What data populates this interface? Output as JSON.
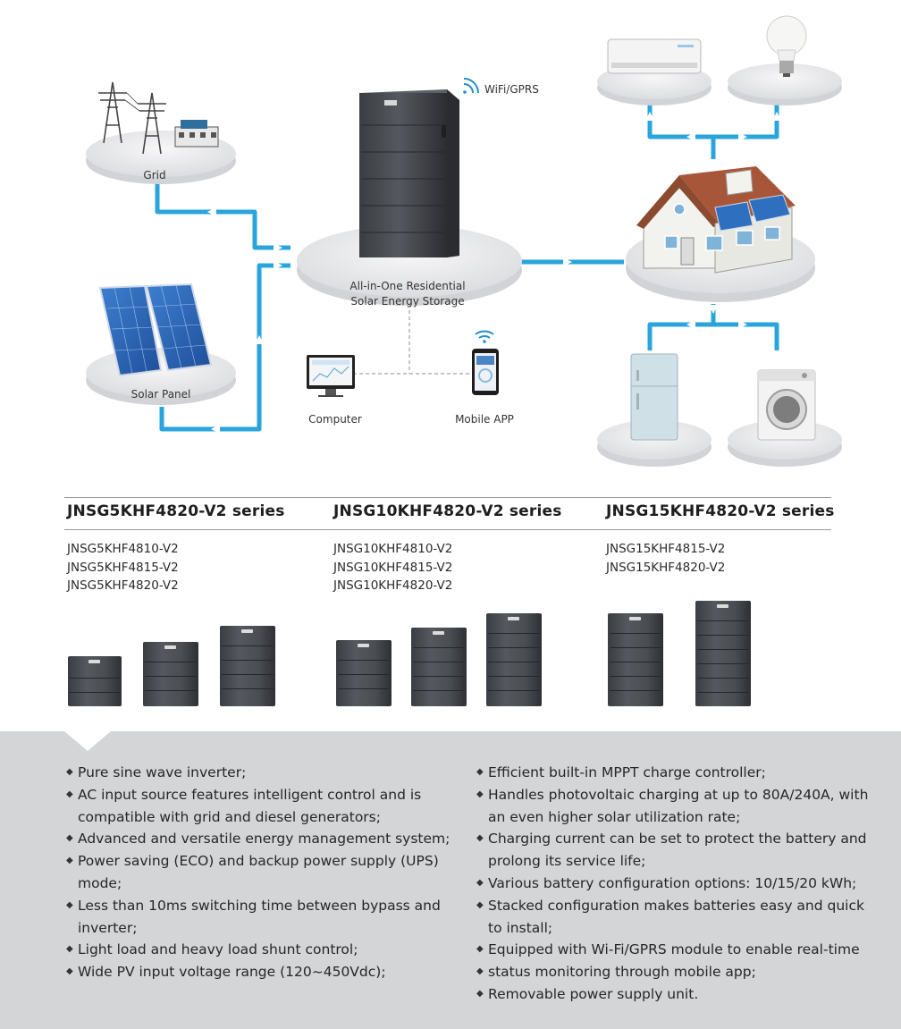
{
  "diagram": {
    "wifi_label": "WiFi/GPRS",
    "grid_label": "Grid",
    "solar_label": "Solar Panel",
    "storage_line1": "All-in-One Residential",
    "storage_line2": "Solar Energy Storage",
    "computer_label": "Computer",
    "mobile_label": "Mobile APP",
    "colors": {
      "flow": "#2aa5dc",
      "platform": "#e9eaec"
    }
  },
  "series": [
    {
      "title": "JNSG5KHF4820-V2 series",
      "models": [
        "JNSG5KHF4810-V2",
        "JNSG5KHF4815-V2",
        "JNSG5KHF4820-V2"
      ]
    },
    {
      "title": "JNSG10KHF4820-V2 series",
      "models": [
        "JNSG10KHF4810-V2",
        "JNSG10KHF4815-V2",
        "JNSG10KHF4820-V2"
      ]
    },
    {
      "title": "JNSG15KHF4820-V2 series",
      "models": [
        "JNSG15KHF4815-V2",
        "JNSG15KHF4820-V2"
      ]
    }
  ],
  "features_left": [
    "Pure sine wave inverter;",
    "AC input source features intelligent control and is compatible with grid and diesel generators;",
    "Advanced and versatile energy management system;",
    "Power saving (ECO) and backup power supply (UPS) mode;",
    "Less than 10ms switching time between bypass and inverter;",
    "Light load and heavy load shunt control;",
    "Wide PV input voltage range (120~450Vdc);"
  ],
  "features_right": [
    "Efficient built-in MPPT charge controller;",
    "Handles photovoltaic charging at up to 80A/240A, with an even higher solar utilization rate;",
    "Charging current can be set to protect the battery and prolong its service life;",
    "Various battery configuration options: 10/15/20 kWh;",
    "Stacked configuration makes batteries easy and quick to install;",
    "Equipped with Wi-Fi/GPRS module to enable real-time",
    "status monitoring through mobile app;",
    "Removable power supply unit."
  ]
}
